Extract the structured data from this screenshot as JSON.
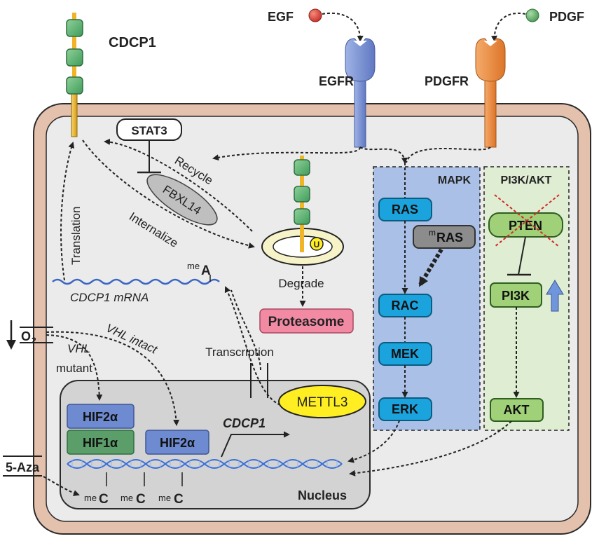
{
  "labels": {
    "cdcp1": "CDCP1",
    "egf": "EGF",
    "pdgf": "PDGF",
    "egfr": "EGFR",
    "pdgfr": "PDGFR",
    "stat3": "STAT3",
    "fbxl14": "FBXL14",
    "recycle": "Recycle",
    "internalize": "Internalize",
    "translation": "Translation",
    "ubiquitin": "U",
    "degrade": "Degrade",
    "proteasome": "Proteasome",
    "mrna": "CDCP1 mRNA",
    "m6a_me": "me",
    "m6a_a": "A",
    "o2": "O",
    "o2_sub": "2",
    "vhl": "VHL",
    "mutant": "mutant",
    "vhl_intact": "VHL intact",
    "transcription": "Transcription",
    "mettl3": "METTL3",
    "hif2a_1": "HIF2α",
    "hif1a": "HIF1α",
    "hif2a_2": "HIF2α",
    "gene": "CDCP1",
    "aza": "5-Aza",
    "mec_me": "me",
    "mec_c": "C",
    "nucleus": "Nucleus",
    "mapk": "MAPK",
    "pi3k_akt": "PI3K/AKT",
    "ras": "RAS",
    "mras_m": "m",
    "mras": "RAS",
    "rac": "RAC",
    "mek": "MEK",
    "erk": "ERK",
    "pten": "PTEN",
    "pi3k": "PI3K",
    "akt": "AKT"
  },
  "colors": {
    "cell_border": "#e4c1ad",
    "cytoplasm": "#ebebeb",
    "mapk_panel": "#aac0e6",
    "pi3k_panel": "#dfeed3",
    "node_blue": "#1ba3de",
    "node_green": "#a0d078",
    "mras_gray": "#8c8c8c",
    "proteasome": "#f28aa4",
    "mettl3": "#ffee22",
    "hif2a": "#6e8ad1",
    "hif1a": "#5c9e6a",
    "egf_ligand": "#d24034",
    "pdgf_ligand": "#6ab06c",
    "egfr_receptor": "#7a91d0",
    "pdgfr_receptor": "#ea8a3f",
    "cdcp1_domain": "#5aaa70",
    "stalk": "#f0b428"
  }
}
